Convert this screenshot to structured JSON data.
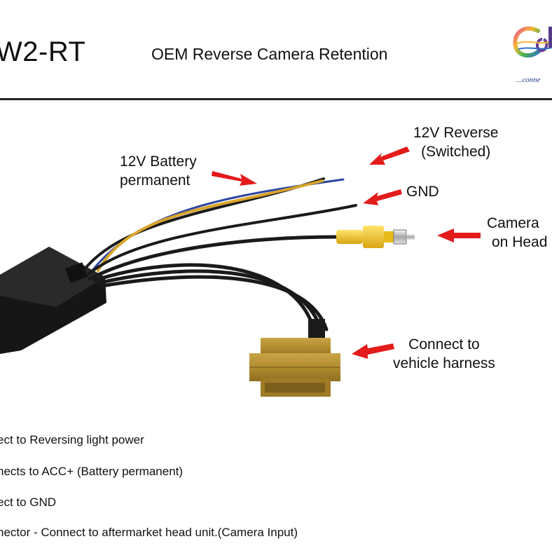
{
  "header": {
    "model": "W2-RT",
    "title": "OEM Reverse Camera Retention",
    "logo_tagline": "...conne"
  },
  "labels": {
    "reverse_line1": "12V Reverse",
    "reverse_line2": "(Switched)",
    "battery_line1": "12V Battery",
    "battery_line2": "permanent",
    "gnd": "GND",
    "camera_line1": "Camera",
    "camera_line2": "on Head",
    "harness_line1": "Connect to",
    "harness_line2": "vehicle harness"
  },
  "notes": [
    "ect to Reversing light power",
    "nects to ACC+ (Battery permanent)",
    "ect to GND",
    "nector - Connect to aftermarket head unit.(Camera Input)"
  ],
  "colors": {
    "arrow": "#e31b1b",
    "wire_yellow": "#d9a52a",
    "wire_blue": "#2c46a0",
    "wire_black": "#1a1a1a",
    "rca_yellow": "#f2c319",
    "connector_tan": "#b5912f",
    "module": "#1c1c1c"
  }
}
